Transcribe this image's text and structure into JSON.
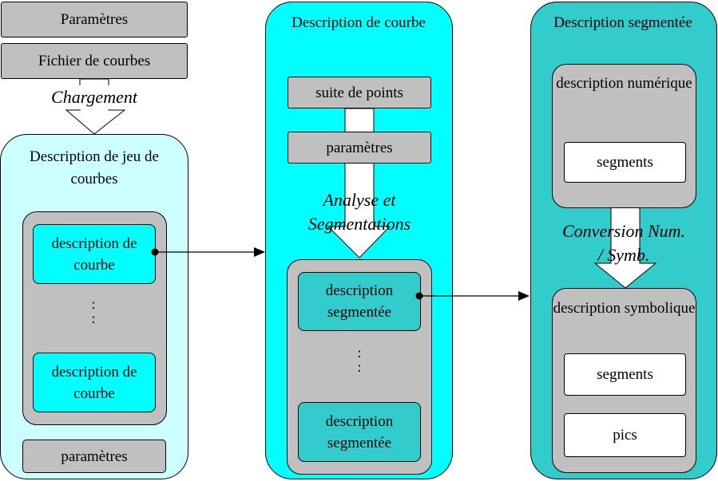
{
  "top": {
    "parametres": "Paramètres",
    "fichier": "Fichier de courbes",
    "chargement": "Chargement"
  },
  "panel1": {
    "title": "Description de jeu de courbes",
    "items": [
      "description de courbe",
      "description de courbe"
    ],
    "dots": ":\n:",
    "parametres": "paramètres"
  },
  "panel2": {
    "title": "Description de courbe",
    "suite": "suite de points",
    "parametres": "paramètres",
    "analyse": "Analyse et Segmentations",
    "items": [
      "description segmentée",
      "description segmentée"
    ],
    "dots": ":\n:"
  },
  "panel3": {
    "title": "Description segmentée",
    "numerique": "description numérique",
    "numerique_segments": "segments",
    "conversion": "Conversion Num. / Symb.",
    "symbolique": "description symbolique",
    "symbolique_segments": "segments",
    "pics": "pics"
  },
  "colors": {
    "grey": "#c0c0c0",
    "light_cyan": "#ccffff",
    "cyan": "#00ffff",
    "teal": "#33cccc",
    "white": "#ffffff"
  }
}
